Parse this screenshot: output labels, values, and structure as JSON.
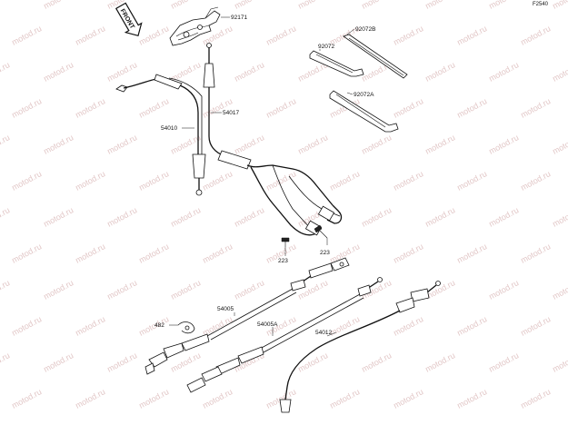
{
  "figure_code": "F2540",
  "front_label": "FRONT",
  "watermark_text": "motod.ru",
  "parts": {
    "p92171": "92171",
    "p92072B": "92072B",
    "p92072": "92072",
    "p92072A": "92072A",
    "p54017": "54017",
    "p54010": "54010",
    "p223a": "223",
    "p223b": "223",
    "p54005": "54005",
    "p482": "482",
    "p54005A": "54005A",
    "p54012": "54012"
  },
  "colors": {
    "line": "#111111",
    "watermark": "#e2c7c7",
    "background": "#ffffff"
  }
}
